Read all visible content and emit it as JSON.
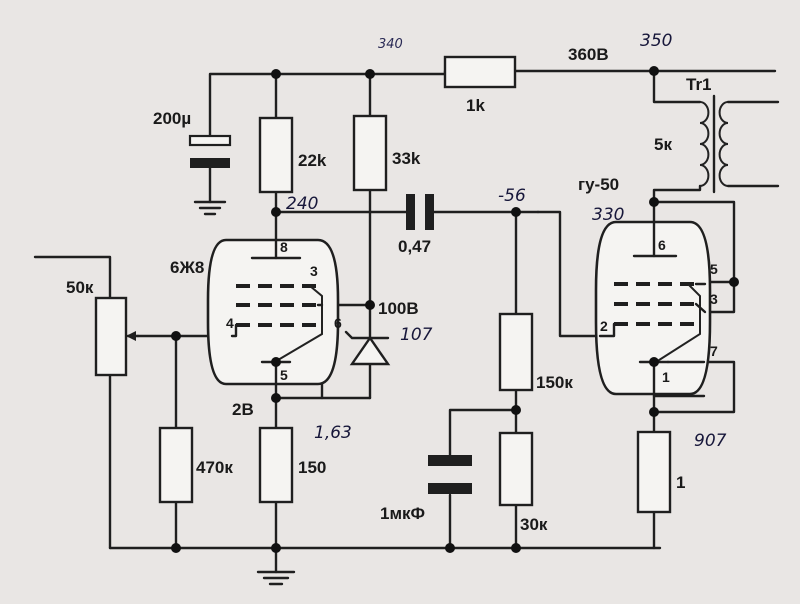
{
  "labels": {
    "supply_voltage": "360В",
    "r_1k": "1k",
    "c_200u": "200µ",
    "r_22k": "22k",
    "r_33k": "33k",
    "c_047": "0,47",
    "tube1": "6Ж8",
    "pot_50k": "50к",
    "node_100v": "100В",
    "cathode_2v": "2В",
    "r_470k": "470к",
    "r_150": "150",
    "r_150k": "150к",
    "c_1mkf": "1мкФ",
    "r_30k": "30к",
    "tube2": "гу-50",
    "transformer": "Tr1",
    "z_5k": "5к",
    "r_1": "1"
  },
  "pins": {
    "t1_p8": "8",
    "t1_p3": "3",
    "t1_p4": "4",
    "t1_p6": "6",
    "t1_p5": "5",
    "t2_p6": "6",
    "t2_p5": "5",
    "t2_p3": "3",
    "t2_p2": "2",
    "t2_p7": "7",
    "t2_p1": "1"
  },
  "handwritten": {
    "v_340": "340",
    "v_350": "350",
    "v_240": "240",
    "v_m56": "-56",
    "v_330": "330",
    "v_107": "107",
    "v_163": "1,63",
    "v_907": "907"
  }
}
